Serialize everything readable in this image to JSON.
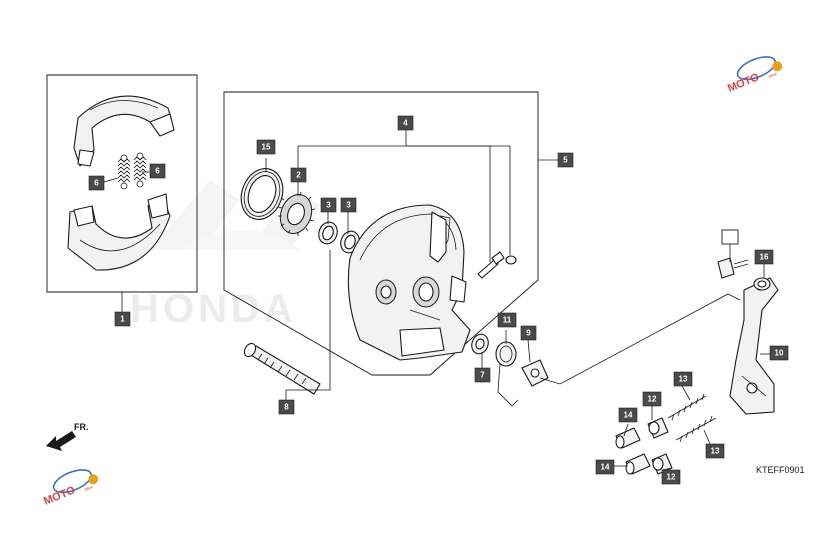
{
  "diagram": {
    "watermark_text": "HONDA",
    "direction_label": "FR.",
    "diagram_code": "KTEFF0901",
    "logo": {
      "text": "MOTO",
      "sub": "Dlink",
      "color": "#d6453f"
    },
    "callouts": [
      {
        "id": "c1",
        "label": "1"
      },
      {
        "id": "c2",
        "label": "2"
      },
      {
        "id": "c3a",
        "label": "3"
      },
      {
        "id": "c3b",
        "label": "3"
      },
      {
        "id": "c4",
        "label": "4"
      },
      {
        "id": "c5",
        "label": "5"
      },
      {
        "id": "c6a",
        "label": "6"
      },
      {
        "id": "c6b",
        "label": "6"
      },
      {
        "id": "c7",
        "label": "7"
      },
      {
        "id": "c8",
        "label": "8"
      },
      {
        "id": "c9",
        "label": "9"
      },
      {
        "id": "c10",
        "label": "10"
      },
      {
        "id": "c11",
        "label": "11"
      },
      {
        "id": "c12a",
        "label": "12"
      },
      {
        "id": "c12b",
        "label": "12"
      },
      {
        "id": "c13a",
        "label": "13"
      },
      {
        "id": "c13b",
        "label": "13"
      },
      {
        "id": "c14a",
        "label": "14"
      },
      {
        "id": "c14b",
        "label": "14"
      },
      {
        "id": "c15",
        "label": "15"
      },
      {
        "id": "c16",
        "label": "16"
      },
      {
        "id": "cblank",
        "label": ""
      }
    ]
  }
}
